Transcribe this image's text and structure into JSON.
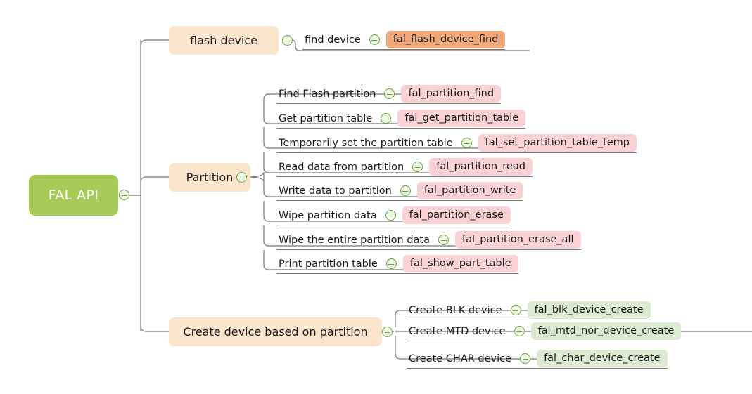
{
  "diagram": {
    "type": "mindmap",
    "root": {
      "label": "FAL API",
      "color": "#a6cb58",
      "toggle_icon": "collapse-minus-icon"
    },
    "branches": [
      {
        "id": "flash-device",
        "label": "flash device",
        "color": "#fce5cd",
        "badge_color": "#f0a878",
        "children": [
          {
            "label": "find device",
            "badge": "fal_flash_device_find"
          }
        ]
      },
      {
        "id": "partition",
        "label": "Partition",
        "color": "#fce5cd",
        "badge_color": "#fad2d6",
        "children": [
          {
            "label": "Find Flash partition",
            "badge": "fal_partition_find"
          },
          {
            "label": "Get partition table",
            "badge": "fal_get_partition_table"
          },
          {
            "label": "Temporarily set the partition table",
            "badge": "fal_set_partition_table_temp"
          },
          {
            "label": "Read data from partition",
            "badge": "fal_partition_read"
          },
          {
            "label": "Write data to partition",
            "badge": "fal_partition_write"
          },
          {
            "label": "Wipe partition data",
            "badge": "fal_partition_erase"
          },
          {
            "label": "Wipe the entire partition data",
            "badge": "fal_partition_erase_all"
          },
          {
            "label": "Print partition table",
            "badge": "fal_show_part_table"
          }
        ]
      },
      {
        "id": "create-device",
        "label": "Create device based on partition",
        "color": "#fce5cd",
        "badge_color": "#dcead2",
        "children": [
          {
            "label": "Create BLK device",
            "badge": "fal_blk_device_create"
          },
          {
            "label": "Create MTD device",
            "badge": "fal_mtd_nor_device_create"
          },
          {
            "label": "Create CHAR device",
            "badge": "fal_char_device_create"
          }
        ]
      }
    ]
  }
}
